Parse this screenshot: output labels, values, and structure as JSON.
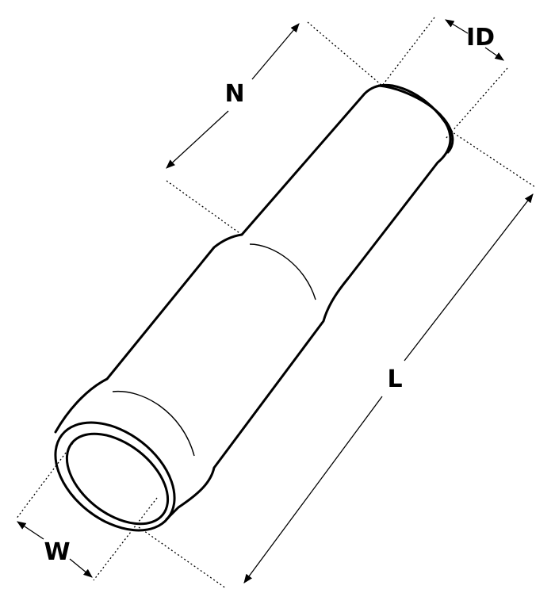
{
  "labels": {
    "n": "N",
    "id": "ID",
    "l": "L",
    "w": "W"
  },
  "colors": {
    "stroke": "#000000",
    "background": "#ffffff"
  }
}
